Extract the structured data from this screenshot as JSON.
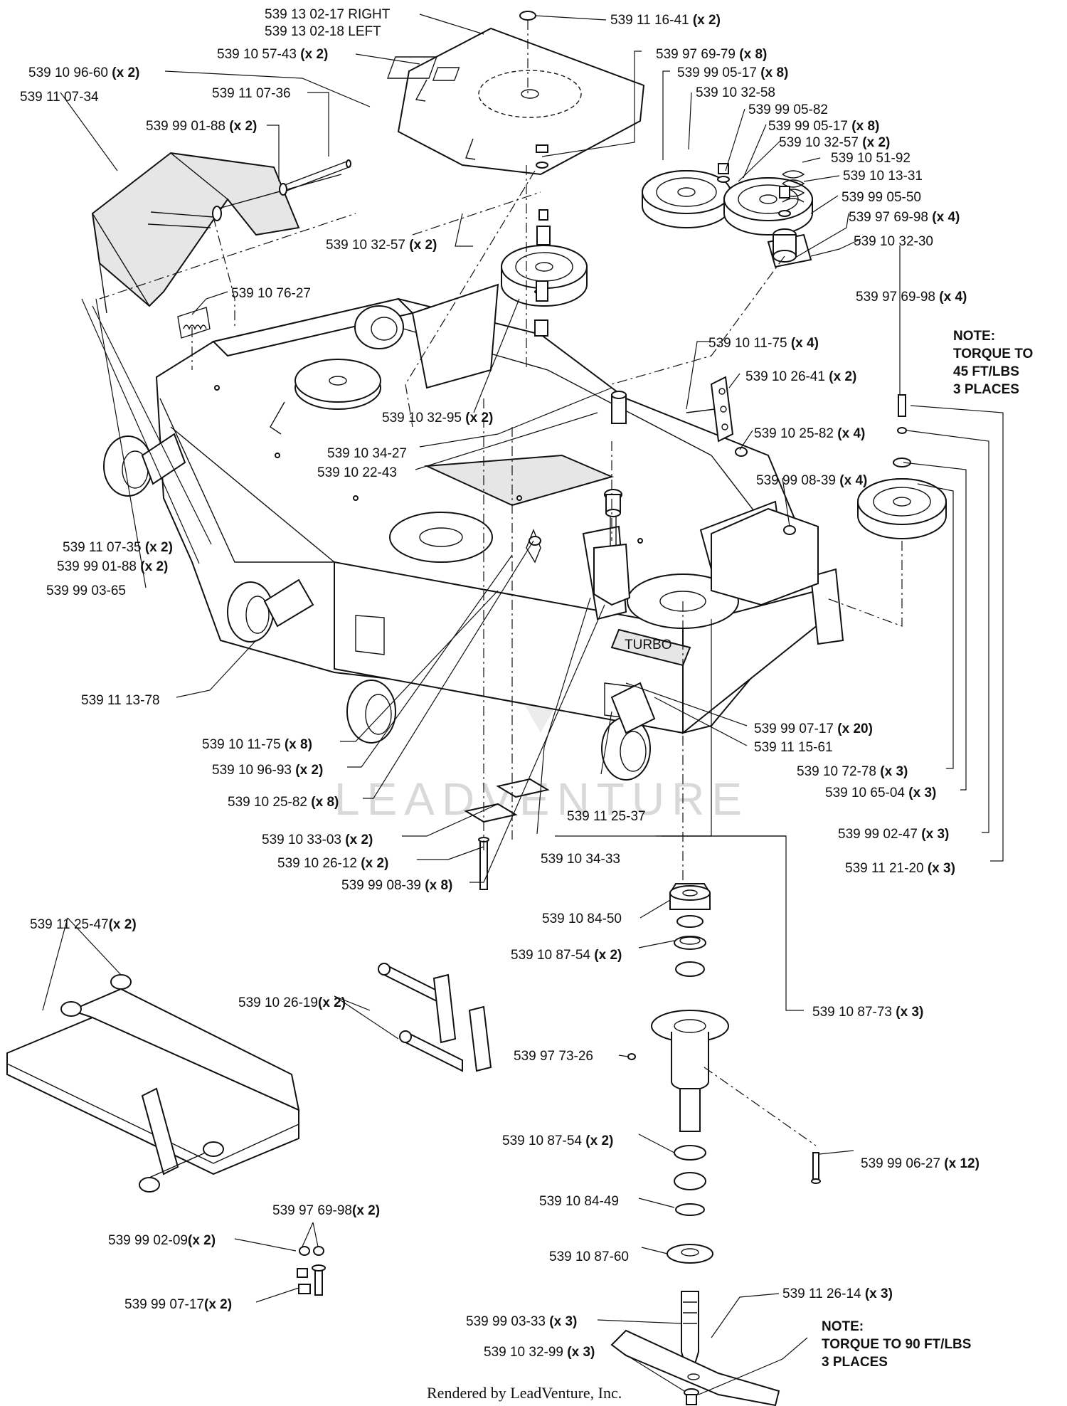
{
  "callouts": [
    {
      "id": "c01",
      "part": "539 13 02-17 RIGHT",
      "qty": ""
    },
    {
      "id": "c02",
      "part": "539 13 02-18 LEFT",
      "qty": ""
    },
    {
      "id": "c03",
      "part": "539 11 16-41",
      "qty": "(x 2)"
    },
    {
      "id": "c04",
      "part": "539 10 57-43",
      "qty": "(x 2)"
    },
    {
      "id": "c05",
      "part": "539 97 69-79",
      "qty": "(x 8)"
    },
    {
      "id": "c06",
      "part": "539 10 96-60",
      "qty": "(x 2)"
    },
    {
      "id": "c07",
      "part": "539 99 05-17",
      "qty": "(x 8)"
    },
    {
      "id": "c08",
      "part": "539 11 07-34",
      "qty": ""
    },
    {
      "id": "c09",
      "part": "539 10 32-58",
      "qty": ""
    },
    {
      "id": "c10",
      "part": "539 11 07-36",
      "qty": ""
    },
    {
      "id": "c11",
      "part": "539 99 05-82",
      "qty": ""
    },
    {
      "id": "c12",
      "part": "539 99 05-17",
      "qty": "(x 8)"
    },
    {
      "id": "c13",
      "part": "539 99 01-88",
      "qty": "(x 2)"
    },
    {
      "id": "c14",
      "part": "539 10 32-57",
      "qty": "(x 2)"
    },
    {
      "id": "c15",
      "part": "539 10 51-92",
      "qty": ""
    },
    {
      "id": "c16",
      "part": "539 10 13-31",
      "qty": ""
    },
    {
      "id": "c17",
      "part": "539 99 05-50",
      "qty": ""
    },
    {
      "id": "c18",
      "part": "539 97 69-98",
      "qty": "(x 4)"
    },
    {
      "id": "c19",
      "part": "539 10 32-57",
      "qty": "(x 2)"
    },
    {
      "id": "c20",
      "part": "539 10 32-30",
      "qty": ""
    },
    {
      "id": "c21",
      "part": "539 10 76-27",
      "qty": ""
    },
    {
      "id": "c22",
      "part": "539 97 69-98",
      "qty": "(x 4)"
    },
    {
      "id": "c23",
      "part": "539 10 11-75",
      "qty": "(x 4)"
    },
    {
      "id": "c24",
      "part": "539 10 26-41",
      "qty": "(x 2)"
    },
    {
      "id": "c25",
      "part": "539 10 32-95",
      "qty": "(x 2)"
    },
    {
      "id": "c26",
      "part": "539 10 25-82",
      "qty": "(x 4)"
    },
    {
      "id": "c27",
      "part": "539 10 34-27",
      "qty": ""
    },
    {
      "id": "c28",
      "part": "539 10 22-43",
      "qty": ""
    },
    {
      "id": "c29",
      "part": "539 99 08-39",
      "qty": "(x 4)"
    },
    {
      "id": "c30",
      "part": "539 11 07-35",
      "qty": "(x 2)"
    },
    {
      "id": "c31",
      "part": "539 99 01-88",
      "qty": "(x 2)"
    },
    {
      "id": "c32",
      "part": "539 99 03-65",
      "qty": ""
    },
    {
      "id": "c33",
      "part": "539 11 13-78",
      "qty": ""
    },
    {
      "id": "c34",
      "part": "539 99 07-17",
      "qty": "(x 20)"
    },
    {
      "id": "c35",
      "part": "539 10 11-75",
      "qty": "(x 8)"
    },
    {
      "id": "c36",
      "part": "539 11 15-61",
      "qty": ""
    },
    {
      "id": "c37",
      "part": "539 10 96-93",
      "qty": "(x 2)"
    },
    {
      "id": "c38",
      "part": "539 10 72-78",
      "qty": "(x 3)"
    },
    {
      "id": "c39",
      "part": "539 10 65-04",
      "qty": "(x 3)"
    },
    {
      "id": "c40",
      "part": "539 10 25-82",
      "qty": "(x 8)"
    },
    {
      "id": "c41",
      "part": "539 11 25-37",
      "qty": ""
    },
    {
      "id": "c42",
      "part": "539 99 02-47",
      "qty": "(x 3)"
    },
    {
      "id": "c43",
      "part": "539 10 33-03",
      "qty": "(x 2)"
    },
    {
      "id": "c44",
      "part": "539 10 26-12",
      "qty": "(x 2)"
    },
    {
      "id": "c45",
      "part": "539 10 34-33",
      "qty": ""
    },
    {
      "id": "c46",
      "part": "539 11 21-20",
      "qty": "(x 3)"
    },
    {
      "id": "c47",
      "part": "539 99 08-39",
      "qty": "(x 8)"
    },
    {
      "id": "c48",
      "part": "539 10 84-50",
      "qty": ""
    },
    {
      "id": "c49",
      "part": "539 11 25-47",
      "qty": "(x 2)"
    },
    {
      "id": "c50",
      "part": "539 10 87-54",
      "qty": "(x 2)"
    },
    {
      "id": "c51",
      "part": "539 10 26-19",
      "qty": "(x 2)"
    },
    {
      "id": "c52",
      "part": "539 10 87-73",
      "qty": "(x 3)"
    },
    {
      "id": "c53",
      "part": "539 97 73-26",
      "qty": ""
    },
    {
      "id": "c54",
      "part": "539 10 87-54",
      "qty": "(x 2)"
    },
    {
      "id": "c55",
      "part": "539 99 06-27",
      "qty": "(x 12)"
    },
    {
      "id": "c56",
      "part": "539 10 84-49",
      "qty": ""
    },
    {
      "id": "c57",
      "part": "539 97 69-98",
      "qty": "(x 2)"
    },
    {
      "id": "c58",
      "part": "539 99 02-09",
      "qty": "(x 2)"
    },
    {
      "id": "c59",
      "part": "539 10 87-60",
      "qty": ""
    },
    {
      "id": "c60",
      "part": "539 99 07-17",
      "qty": "(x 2)"
    },
    {
      "id": "c61",
      "part": "539 11 26-14",
      "qty": "(x 3)"
    },
    {
      "id": "c62",
      "part": "539 99 03-33",
      "qty": "(x 3)"
    },
    {
      "id": "c63",
      "part": "539 10 32-99",
      "qty": "(x 3)"
    }
  ],
  "notes": {
    "top": [
      "NOTE:",
      "TORQUE TO",
      "45 FT/LBS",
      "3 PLACES"
    ],
    "bottom": [
      "NOTE:",
      "TORQUE TO 90 FT/LBS",
      "3 PLACES"
    ]
  },
  "watermark": "LEADVENTURE",
  "deck_badge": "TURBO",
  "footer": "Rendered by LeadVenture, Inc."
}
